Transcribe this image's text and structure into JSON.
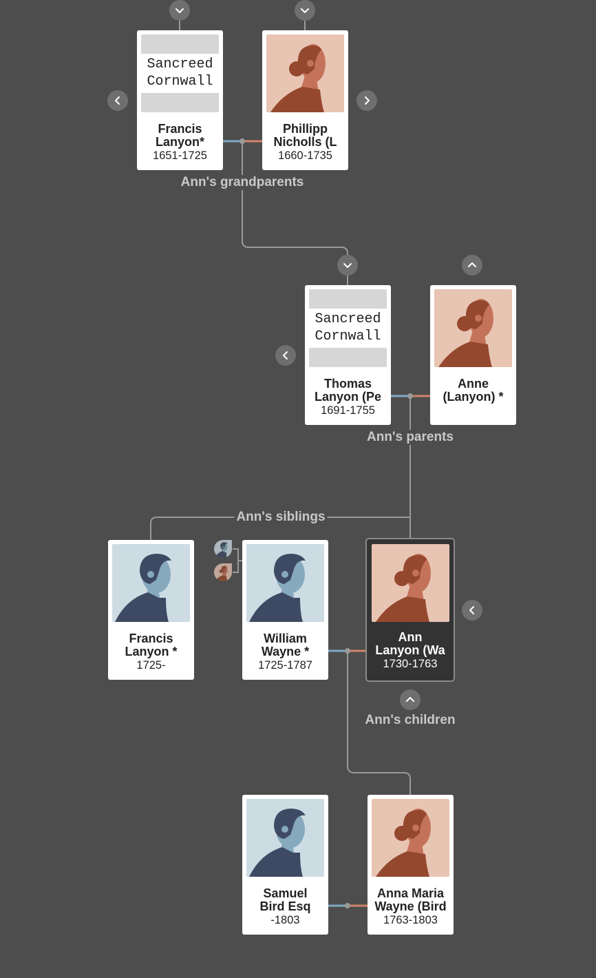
{
  "colors": {
    "background": "#4d4d4d",
    "line": "#9a9a9a",
    "male_link": "#7fa9c6",
    "female_link": "#d4826a",
    "male_bg": "#cddbe3",
    "female_bg": "#e8c4b3"
  },
  "cards": [
    {
      "id": "francis-lanyon-1651",
      "photo": "place",
      "place_lines": [
        "Sancreed",
        "Cornwall"
      ],
      "name_lines": [
        "Francis",
        "Lanyon*"
      ],
      "dates": "1651-1725"
    },
    {
      "id": "phillipp-nicholls",
      "photo": "female",
      "name_lines": [
        "Phillipp",
        "Nicholls (L"
      ],
      "dates": "1660-1735"
    },
    {
      "id": "thomas-lanyon",
      "photo": "place",
      "place_lines": [
        "Sancreed",
        "Cornwall"
      ],
      "name_lines": [
        "Thomas",
        "Lanyon (Pe"
      ],
      "dates": "1691-1755"
    },
    {
      "id": "anne-lanyon",
      "photo": "female",
      "name_lines": [
        "Anne",
        "(Lanyon) *"
      ],
      "dates": ""
    },
    {
      "id": "francis-lanyon-1725",
      "photo": "male",
      "name_lines": [
        "Francis",
        "Lanyon *"
      ],
      "dates": "1725-"
    },
    {
      "id": "william-wayne",
      "photo": "male",
      "name_lines": [
        "William",
        "Wayne *"
      ],
      "dates": "1725-1787"
    },
    {
      "id": "ann-lanyon",
      "photo": "female",
      "selected": true,
      "name_lines": [
        "Ann",
        "Lanyon (Wa"
      ],
      "dates": "1730-1763"
    },
    {
      "id": "samuel-bird",
      "photo": "male",
      "name_lines": [
        "Samuel",
        "Bird Esq"
      ],
      "dates": "-1803"
    },
    {
      "id": "anna-maria-wayne",
      "photo": "female",
      "name_lines": [
        "Anna Maria",
        "Wayne (Bird"
      ],
      "dates": "1763-1803"
    }
  ],
  "group_labels": {
    "grandparents": "Ann's grandparents",
    "parents": "Ann's parents",
    "siblings": "Ann's siblings",
    "children": "Ann's children"
  },
  "buttons": [
    {
      "name": "expand-parents-francis",
      "icon": "chevron-down"
    },
    {
      "name": "expand-parents-phillipp",
      "icon": "chevron-down"
    },
    {
      "name": "previous-family-grandparents",
      "icon": "chevron-left"
    },
    {
      "name": "next-family-grandparents",
      "icon": "chevron-right"
    },
    {
      "name": "expand-parents-thomas",
      "icon": "chevron-down"
    },
    {
      "name": "collapse-parents-anne",
      "icon": "chevron-up"
    },
    {
      "name": "previous-family-parents",
      "icon": "chevron-left"
    },
    {
      "name": "previous-spouse-ann",
      "icon": "chevron-left"
    },
    {
      "name": "collapse-children-ann",
      "icon": "chevron-up"
    }
  ],
  "spouse_thumbnails": [
    "male",
    "female"
  ]
}
